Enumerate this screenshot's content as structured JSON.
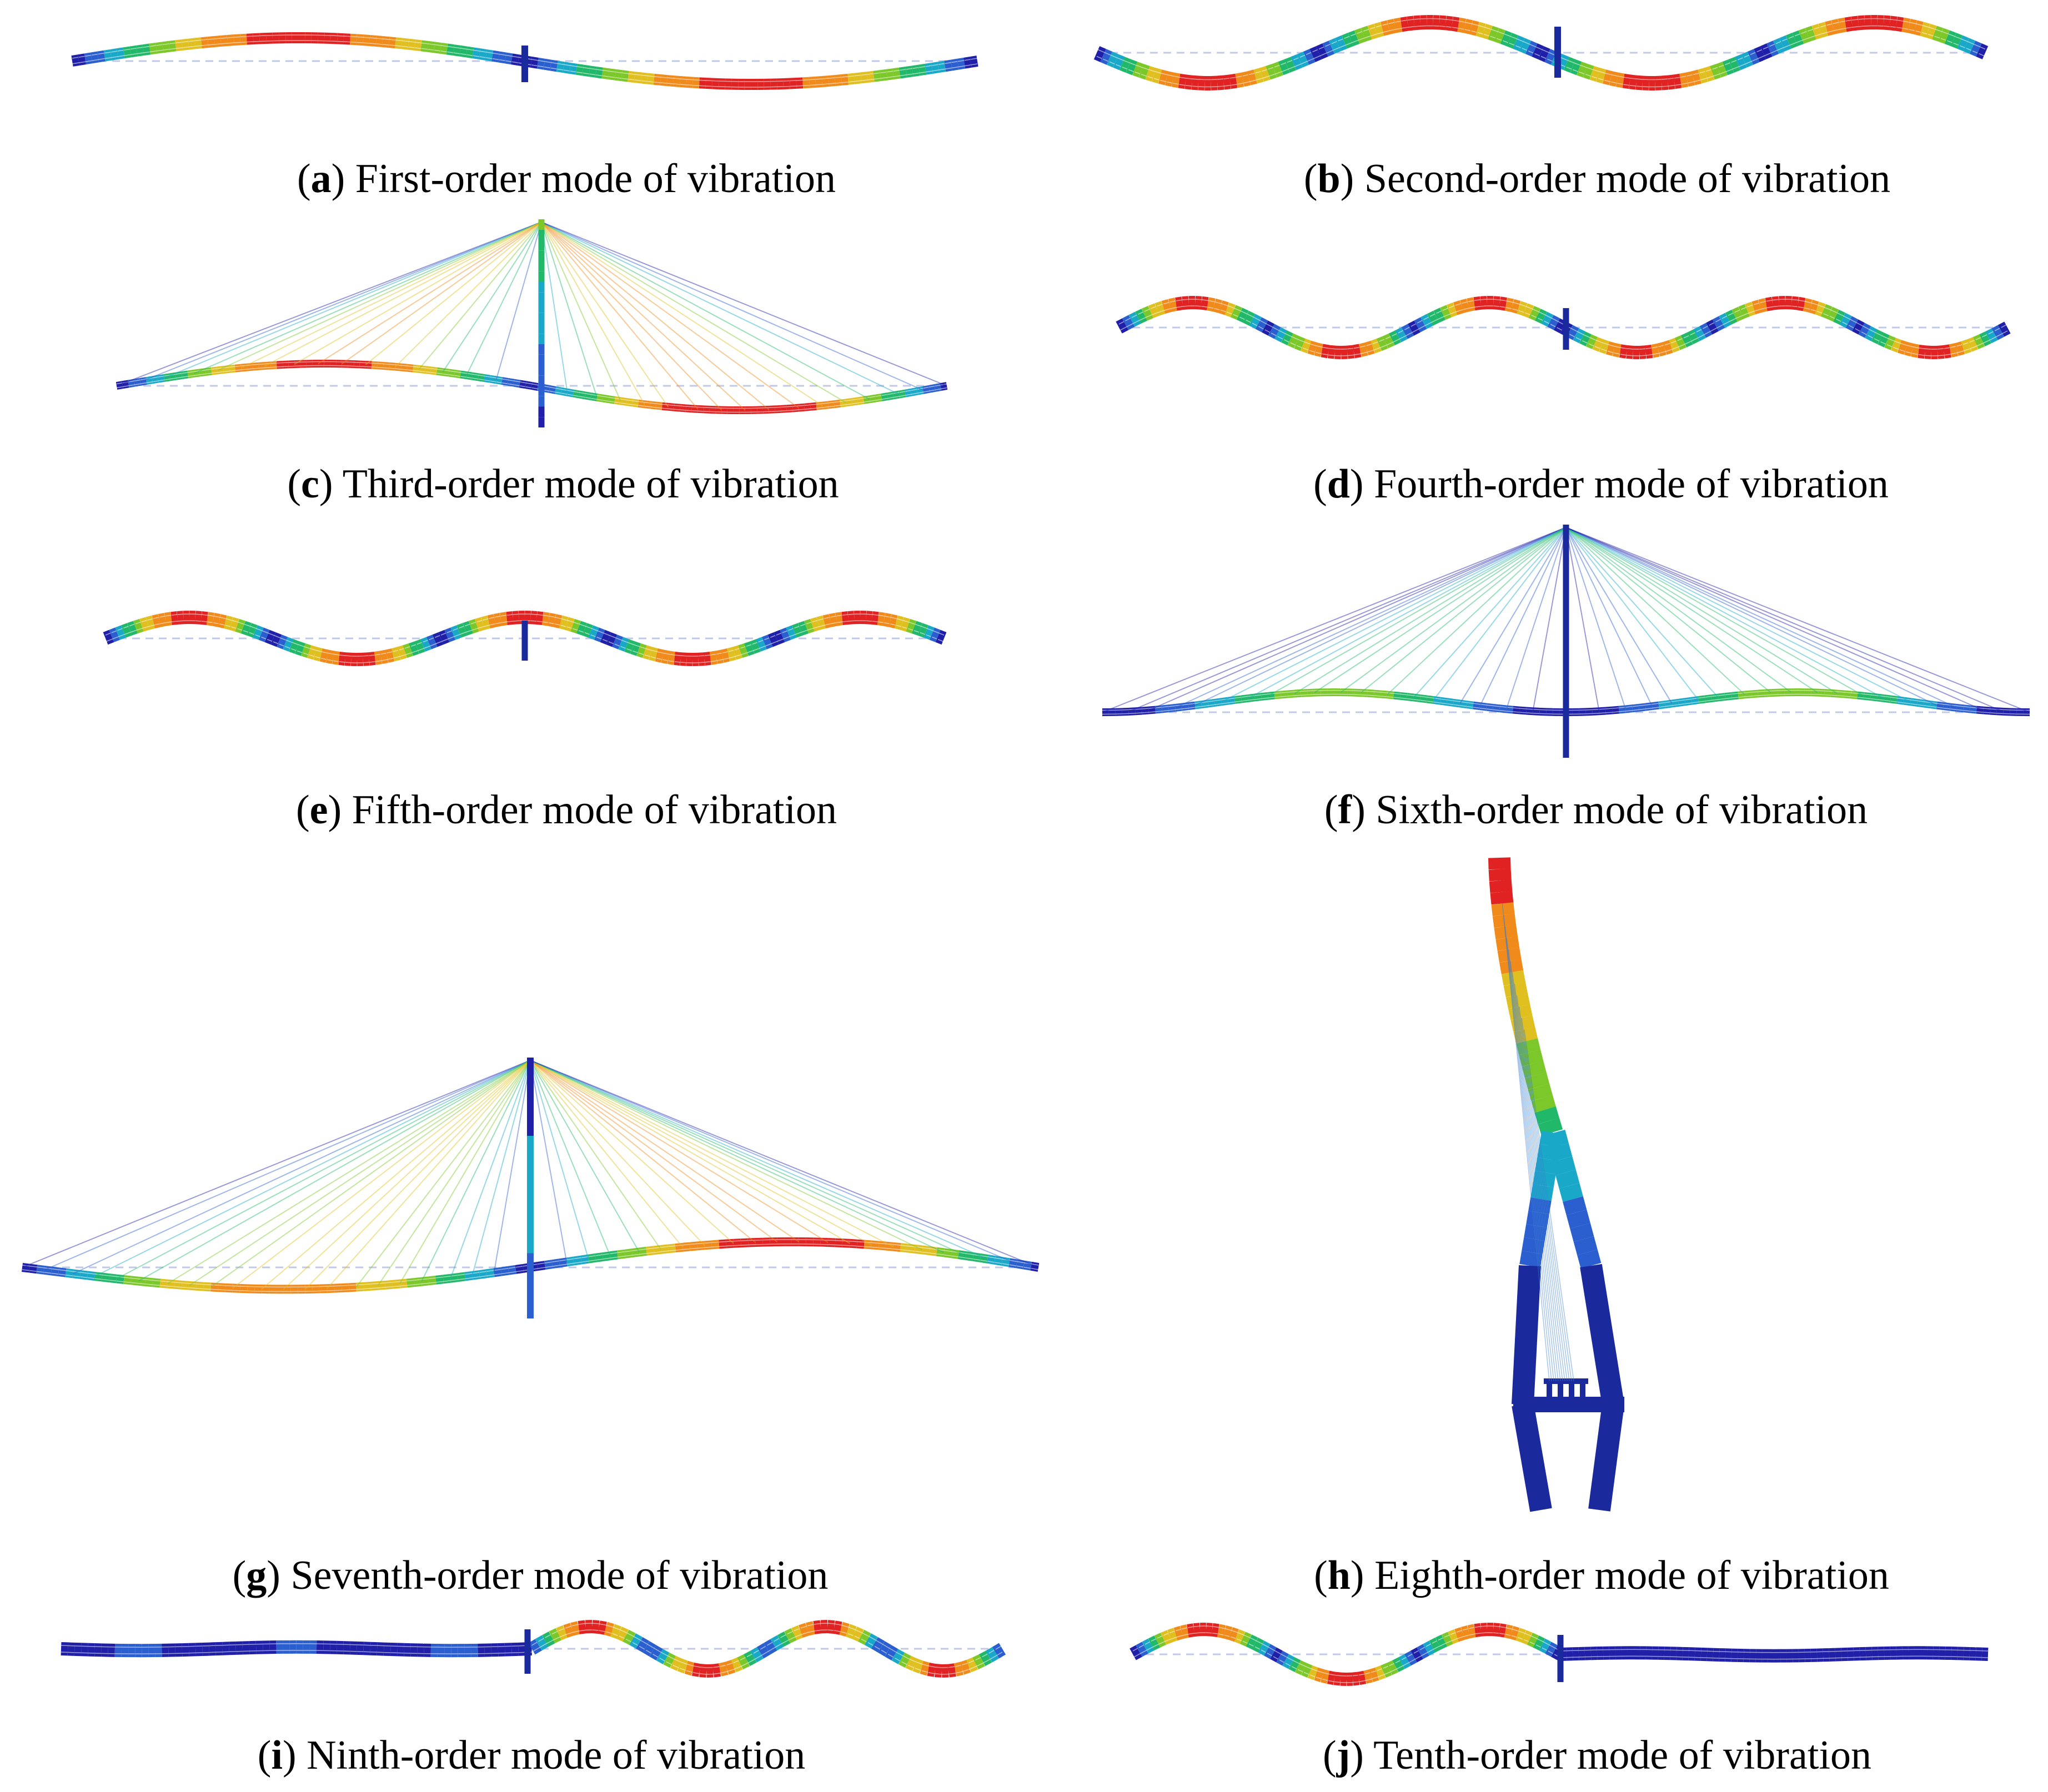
{
  "panels": [
    {
      "letter": "a",
      "caption": "First-order mode of vibration"
    },
    {
      "letter": "b",
      "caption": "Second-order mode of vibration"
    },
    {
      "letter": "c",
      "caption": "Third-order mode of vibration"
    },
    {
      "letter": "d",
      "caption": "Fourth-order mode of vibration"
    },
    {
      "letter": "e",
      "caption": "Fifth-order mode of vibration"
    },
    {
      "letter": "f",
      "caption": "Sixth-order mode of vibration"
    },
    {
      "letter": "g",
      "caption": "Seventh-order mode of vibration"
    },
    {
      "letter": "h",
      "caption": "Eighth-order mode of vibration"
    },
    {
      "letter": "i",
      "caption": "Ninth-order mode of vibration"
    },
    {
      "letter": "j",
      "caption": "Tenth-order mode of vibration"
    }
  ],
  "colors": {
    "background": "#ffffff",
    "tower": "#1a2a9c",
    "colormap": [
      "#1f1fa8",
      "#2b5fd0",
      "#1aa8c8",
      "#22b86a",
      "#7cc72a",
      "#e0c020",
      "#f08a1a",
      "#e02222"
    ]
  }
}
